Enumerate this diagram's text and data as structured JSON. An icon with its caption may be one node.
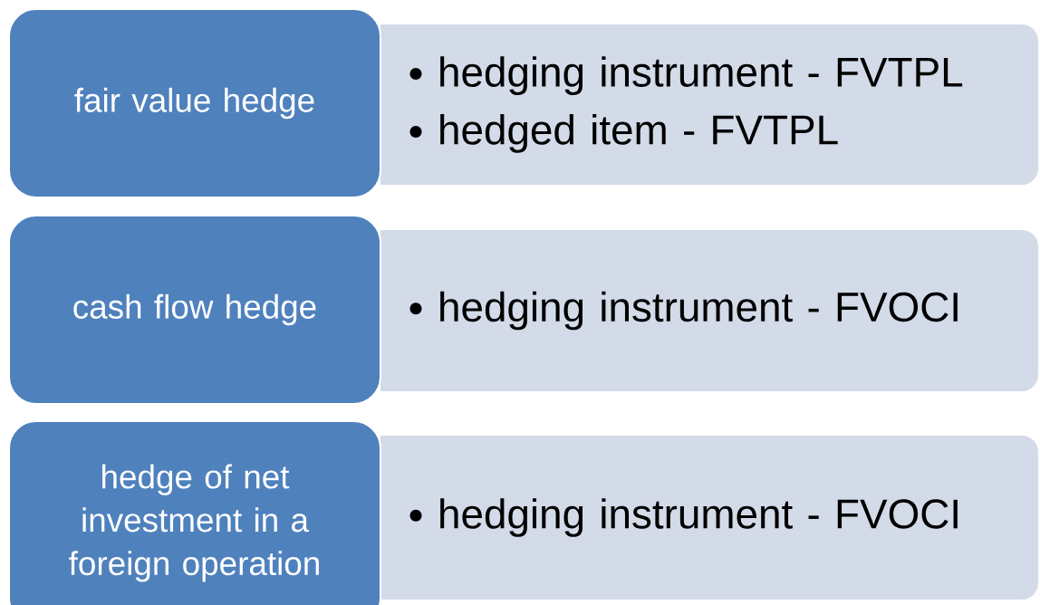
{
  "diagram": {
    "nodes": [
      {
        "text": [
          "hedging instrument - FVTPL",
          "hedged item - FVTPL"
        ]
      },
      {
        "text": [
          "fair value hedge"
        ]
      },
      {
        "text": [
          "hedging instrument - FVOCI"
        ]
      },
      {
        "text": [
          "cash flow hedge"
        ]
      },
      {
        "text": [
          "hedging instrument - FVOCI"
        ]
      },
      {
        "text": [
          "hedge of net investment in a foreign operation"
        ]
      }
    ]
  }
}
